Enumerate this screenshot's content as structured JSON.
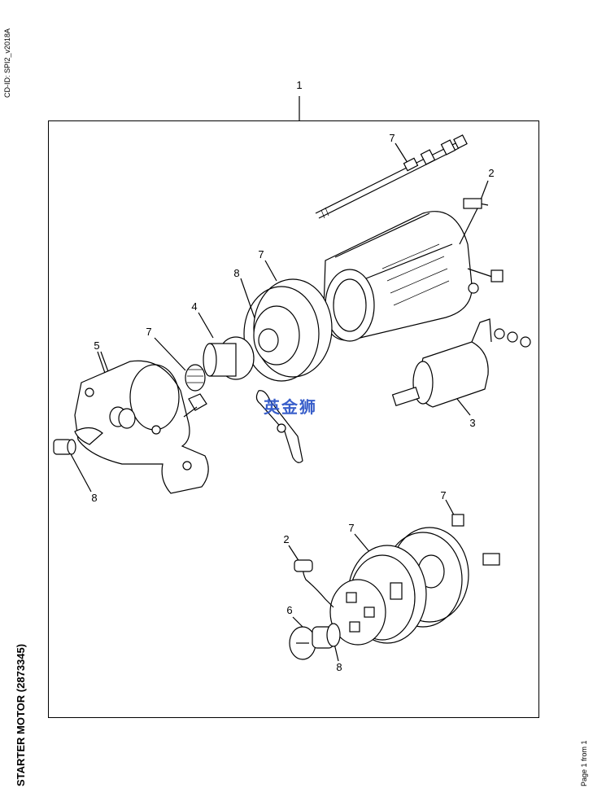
{
  "header": {
    "cd_id": "CD-ID: SPI2_v2018A"
  },
  "title": "STARTER MOTOR (2873345)",
  "footer": {
    "page": "Page 1 from 1"
  },
  "watermark": "英金狮",
  "callouts": {
    "c1": "1",
    "c7a": "7",
    "c2a": "2",
    "c7b": "7",
    "c8a": "8",
    "c4": "4",
    "c7c": "7",
    "c5": "5",
    "c3": "3",
    "c8b": "8",
    "c7d": "7",
    "c2b": "2",
    "c7e": "7",
    "c6": "6",
    "c8c": "8"
  }
}
